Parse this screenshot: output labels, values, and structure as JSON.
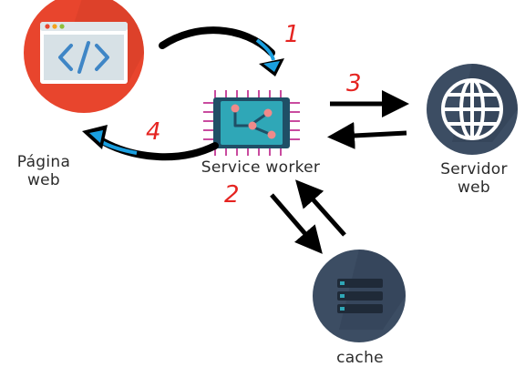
{
  "nodes": {
    "web_page": {
      "label_line1": "Página",
      "label_line2": "web",
      "icon": "code-window-icon",
      "color": "#e8452d"
    },
    "service_worker": {
      "label": "Service worker",
      "icon": "circuit-chip-icon",
      "color": "#2fa7b7"
    },
    "web_server": {
      "label_line1": "Servidor",
      "label_line2": "web",
      "icon": "globe-icon",
      "color": "#3c4d63"
    },
    "cache": {
      "label": "cache",
      "icon": "database-stack-icon",
      "color": "#3c4d63"
    }
  },
  "steps": [
    "1",
    "2",
    "3",
    "4"
  ],
  "colors": {
    "step_number": "#e52421",
    "arrow_fill": "#1a9fe0",
    "arrow_stroke": "#000000"
  }
}
